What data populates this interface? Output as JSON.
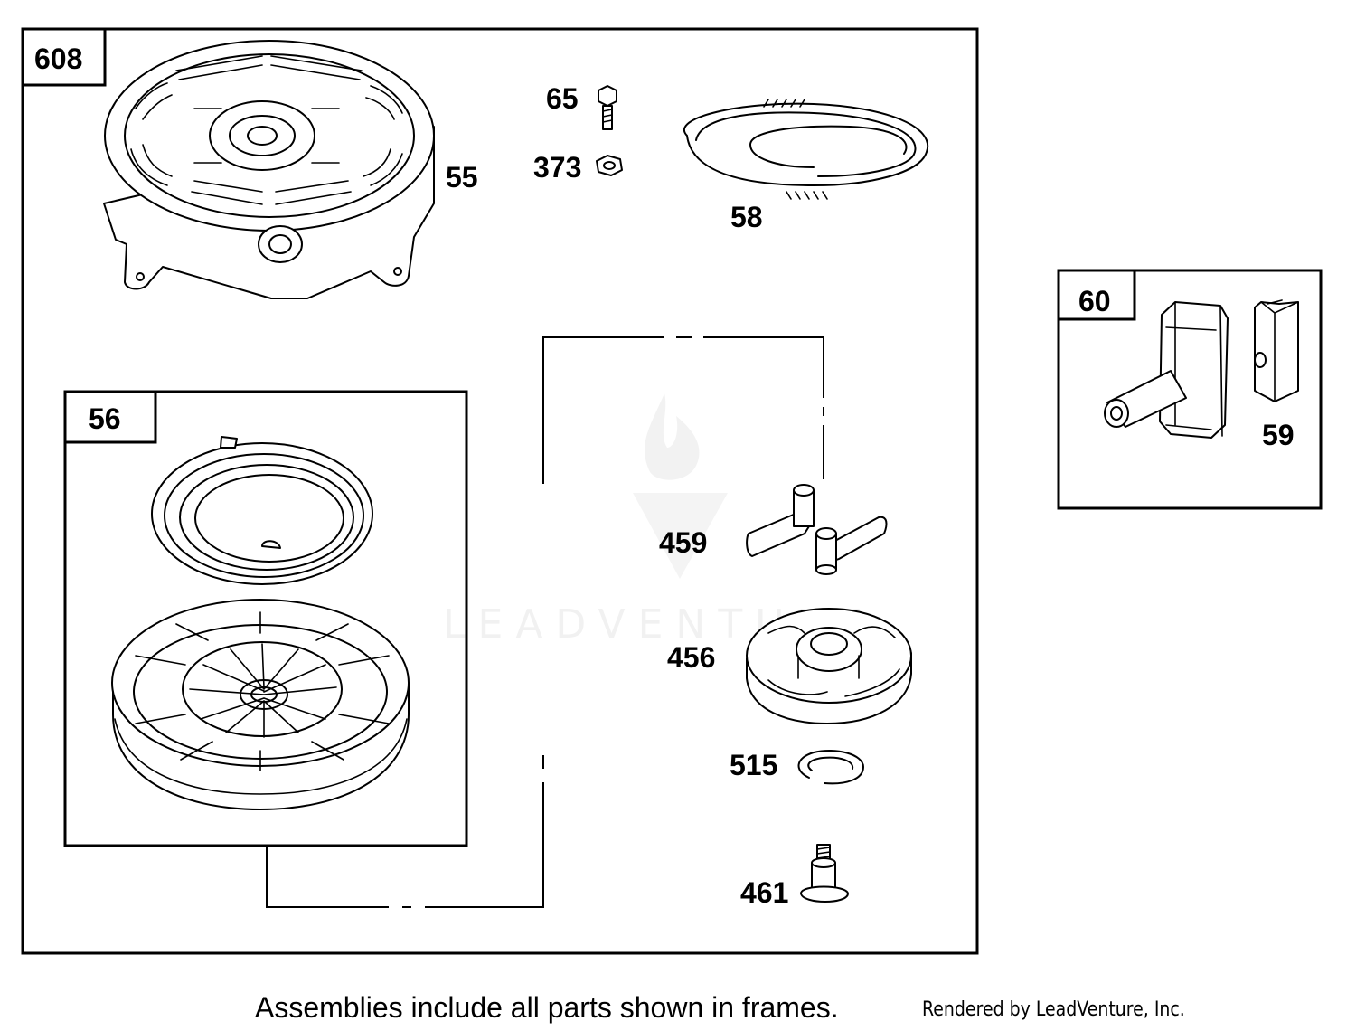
{
  "diagram": {
    "frames": {
      "main_assembly": "608",
      "pulley_assembly": "56",
      "handle_assembly": "60"
    },
    "callouts": {
      "starter_housing": "55",
      "bolt": "65",
      "nut": "373",
      "starter_rope": "58",
      "pawl": "459",
      "retainer": "456",
      "retaining_ring": "515",
      "screw": "461",
      "rope_insert": "59"
    },
    "watermark": "LEADVENTURE"
  },
  "footer": {
    "caption": "Assemblies include all parts shown in frames.",
    "rendered_by": "Rendered by LeadVenture, Inc."
  },
  "colors": {
    "line": "#000000",
    "background": "#ffffff",
    "watermark": "#e6e6e6"
  }
}
